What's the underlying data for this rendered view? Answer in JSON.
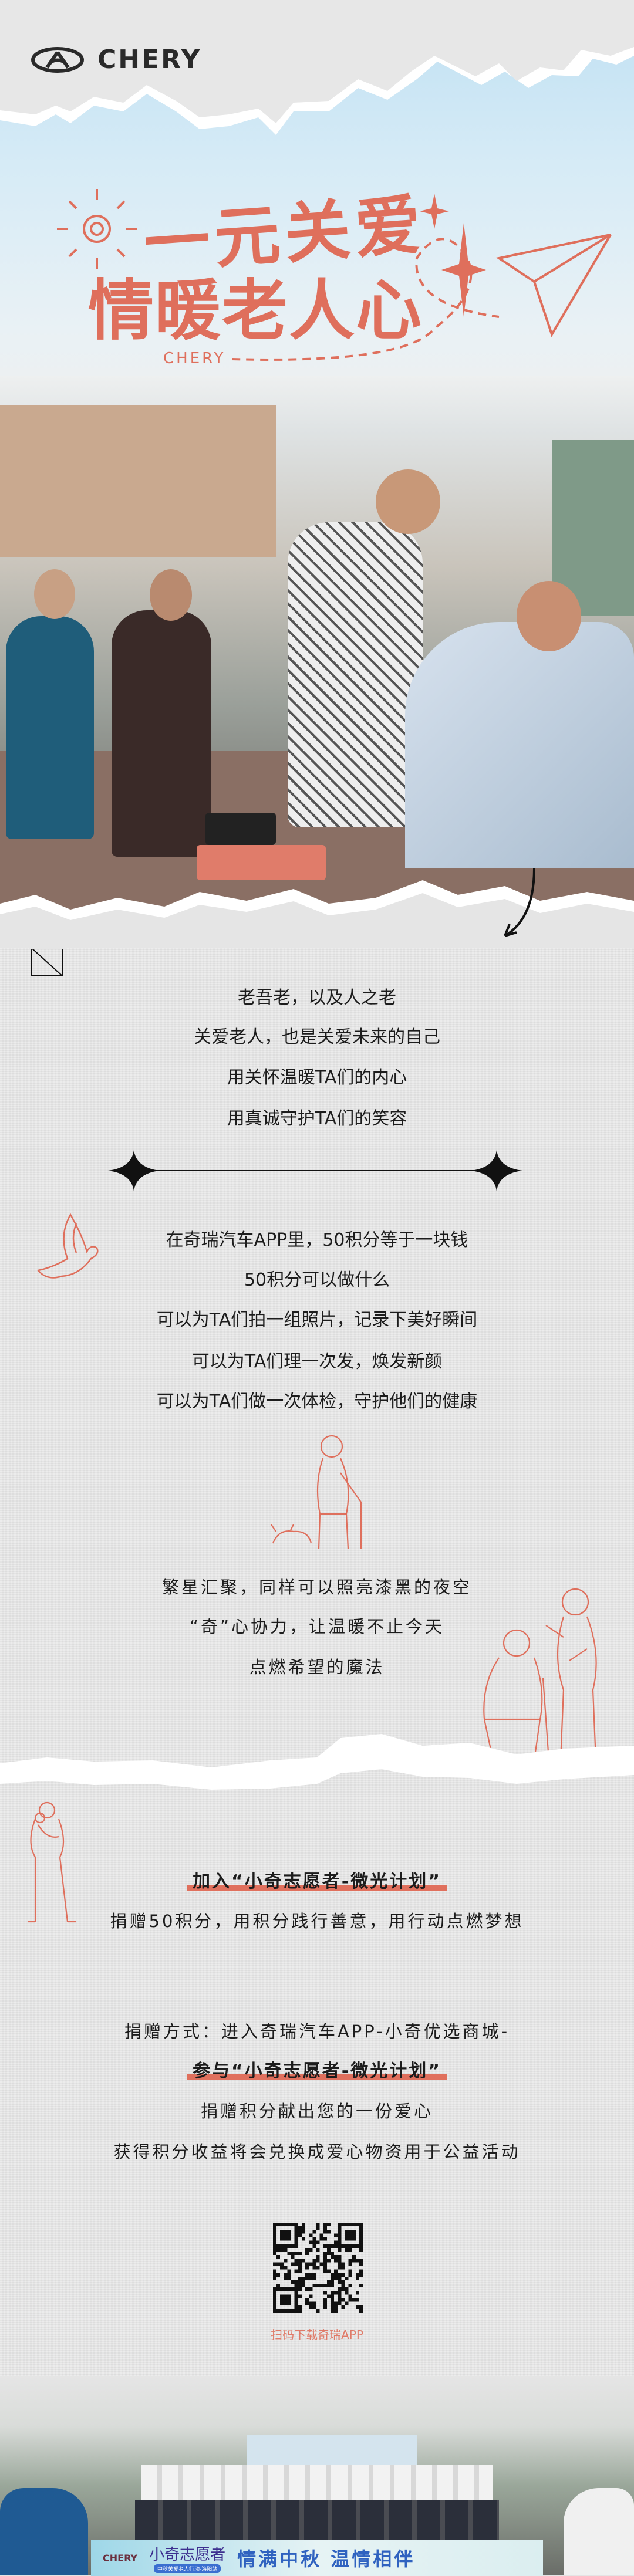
{
  "header": {
    "brand": "CHERY"
  },
  "hero": {
    "title_line1": "一元关爱",
    "title_line2": "情暖老人心",
    "title_brand": "CHERY",
    "accent_color": "#df6f5c"
  },
  "intro": {
    "lines": [
      "老吾老，以及人之老",
      "关爱老人，也是关爱未来的自己",
      "用关怀温暖TA们的内心",
      "用真诚守护TA们的笑容"
    ]
  },
  "points": {
    "lines": [
      "在奇瑞汽车APP里，50积分等于一块钱",
      "50积分可以做什么",
      "可以为TA们拍一组照片，记录下美好瞬间",
      "可以为TA们理一次发，焕发新颜",
      "可以为TA们做一次体检，守护他们的健康"
    ]
  },
  "stars": {
    "lines": [
      "繁星汇聚，同样可以照亮漆黑的夜空",
      "“奇”心协力，让温暖不止今天",
      "点燃希望的魔法"
    ]
  },
  "join": {
    "highlight": "加入“小奇志愿者-微光计划”",
    "line": "捐赠50积分，用积分践行善意，用行动点燃梦想"
  },
  "donate": {
    "method": "捐赠方式：进入奇瑞汽车APP-小奇优选商城-",
    "highlight": "参与“小奇志愿者-微光计划”",
    "lines": [
      "捐赠积分献出您的一份爱心",
      "获得积分收益将会兑换成爱心物资用于公益活动"
    ]
  },
  "qr": {
    "caption": "扫码下载奇瑞APP"
  },
  "banner": {
    "brand": "CHERY",
    "name": "小奇志愿者",
    "slogan": "情满中秋 温情相伴",
    "sub": "中秋关爱老人行动-洛阳站"
  }
}
